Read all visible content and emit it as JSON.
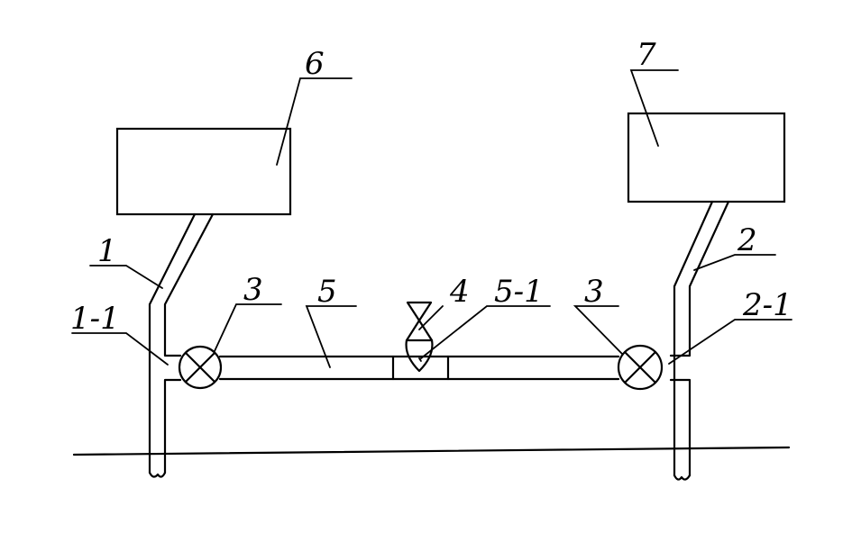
{
  "labels": {
    "box_left": "6",
    "box_right": "7",
    "pipe_left": "1",
    "pipe_right": "2",
    "joint_left": "1-1",
    "joint_right": "2-1",
    "valve_left": "3",
    "valve_right": "3",
    "main_pipe": "5",
    "check_valve": "4",
    "valve_seat": "5-1"
  }
}
